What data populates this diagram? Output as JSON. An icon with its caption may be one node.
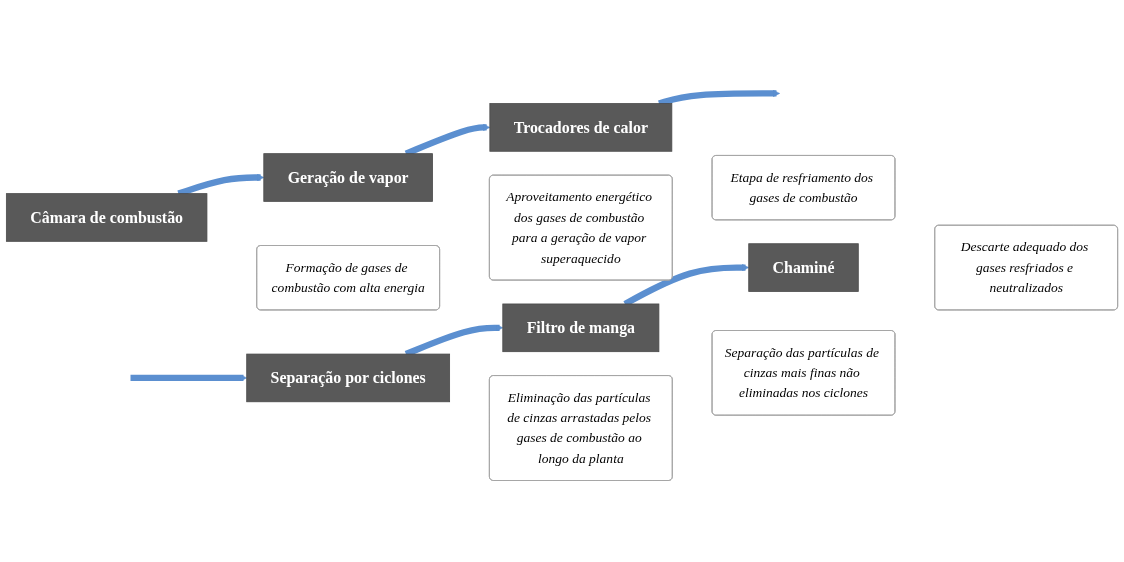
{
  "diagram": {
    "nodes": [
      {
        "text": [
          "Câmara de combustão"
        ]
      },
      {
        "text": [
          "Formação de gases de combustão com alta energia"
        ]
      },
      {
        "text": [
          "Geração de vapor"
        ]
      },
      {
        "text": [
          "Aproveitamento energético dos gases de combustão para a geração de vapor superaquecido"
        ]
      },
      {
        "text": [
          "Trocadores de calor"
        ]
      },
      {
        "text": [
          "Etapa de resfriamento dos gases de combustão"
        ]
      },
      {
        "text": [
          "Separação por ciclones"
        ]
      },
      {
        "text": [
          "Eliminação das partículas de cinzas arrastadas pelos gases de combustão ao longo da planta"
        ]
      },
      {
        "text": [
          "Filtro de manga"
        ]
      },
      {
        "text": [
          "Separação das partículas de cinzas mais finas não eliminadas nos ciclones"
        ]
      },
      {
        "text": [
          "Chaminé"
        ]
      },
      {
        "text": [
          "Descarte adequado dos gases resfriados e neutralizados"
        ]
      }
    ],
    "edges": [
      {
        "from": 0,
        "to": 2,
        "arrow": "to"
      },
      {
        "from": 2,
        "to": 4,
        "arrow": "to"
      },
      {
        "from": 4,
        "to": null,
        "arrow": "to"
      },
      {
        "from": null,
        "to": 6,
        "arrow": "to"
      },
      {
        "from": 6,
        "to": 8,
        "arrow": "to"
      },
      {
        "from": 8,
        "to": 10,
        "arrow": "to"
      }
    ]
  }
}
